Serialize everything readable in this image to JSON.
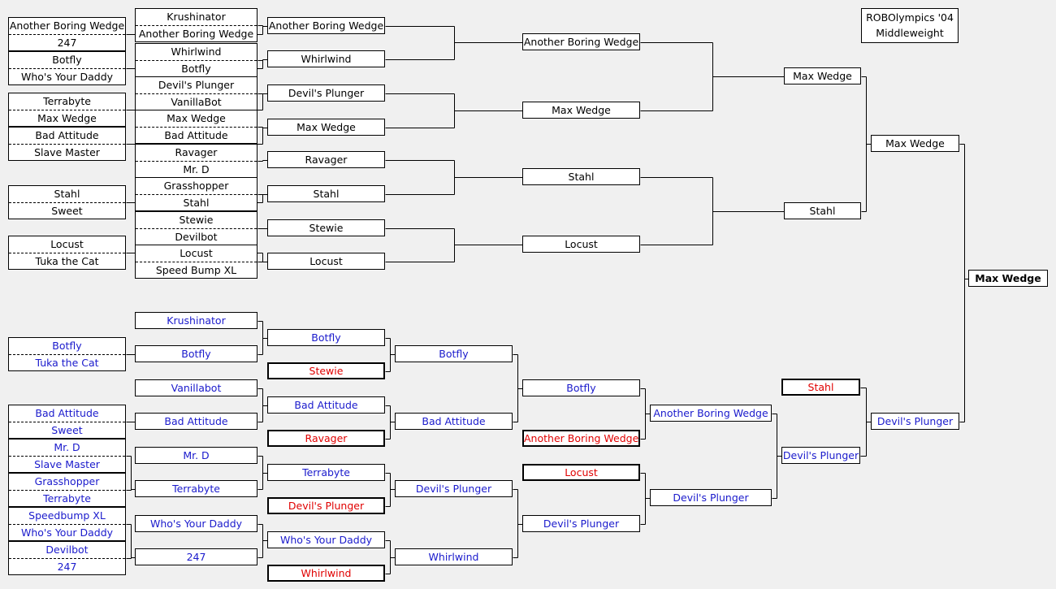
{
  "title": {
    "line1": "ROBOlympics '04",
    "line2": "Middleweight"
  },
  "colors": {
    "winners": "#000000",
    "losers": "#1a1acc",
    "eliminated": "#e00000"
  },
  "boxes": {
    "w1_1": [
      "Another Boring Wedge",
      "247"
    ],
    "w1_2": [
      "Botfly",
      "Who's Your Daddy"
    ],
    "w1_3": [
      "Terrabyte",
      "Max Wedge"
    ],
    "w1_4": [
      "Bad Attitude",
      "Slave Master"
    ],
    "w1_5": [
      "Stahl",
      "Sweet"
    ],
    "w1_6": [
      "Locust",
      "Tuka the Cat"
    ],
    "w2_1": [
      "Krushinator",
      "Another Boring Wedge"
    ],
    "w2_2": [
      "Whirlwind",
      "Botfly"
    ],
    "w2_3": [
      "Devil's Plunger",
      "VanillaBot"
    ],
    "w2_4": [
      "Max Wedge",
      "Bad Attitude"
    ],
    "w2_5": [
      "Ravager",
      "Mr. D"
    ],
    "w2_6": [
      "Grasshopper",
      "Stahl"
    ],
    "w2_7": [
      "Stewie",
      "Devilbot"
    ],
    "w2_8": [
      "Locust",
      "Speed Bump XL"
    ],
    "w3_1": "Another Boring Wedge",
    "w3_2": "Whirlwind",
    "w3_3": "Devil's Plunger",
    "w3_4": "Max Wedge",
    "w3_5": "Ravager",
    "w3_6": "Stahl",
    "w3_7": "Stewie",
    "w3_8": "Locust",
    "w4_1": "Another Boring Wedge",
    "w4_2": "Max Wedge",
    "w4_3": "Stahl",
    "w4_4": "Locust",
    "w5_1": "Max Wedge",
    "w5_2": "Stahl",
    "w6_1": "Max Wedge",
    "final": "Max Wedge",
    "l1_1": [
      "Botfly",
      "Tuka the Cat"
    ],
    "l1_2": [
      "Bad Attitude",
      "Sweet"
    ],
    "l1_3": [
      "Mr. D",
      "Slave Master"
    ],
    "l1_4": [
      "Grasshopper",
      "Terrabyte"
    ],
    "l1_5": [
      "Speedbump XL",
      "Who's Your Daddy"
    ],
    "l1_6": [
      "Devilbot",
      "247"
    ],
    "l2_1": "Krushinator",
    "l2_2": "Botfly",
    "l2_3": "Vanillabot",
    "l2_4": "Bad Attitude",
    "l2_5": "Mr. D",
    "l2_6": "Terrabyte",
    "l2_7": "Who's Your Daddy",
    "l2_8": "247",
    "l3_1": "Botfly",
    "l3_2": "Stewie",
    "l3_3": "Bad Attitude",
    "l3_4": "Ravager",
    "l3_5": "Terrabyte",
    "l3_6": "Devil's Plunger",
    "l3_7": "Who's Your Daddy",
    "l3_8": "Whirlwind",
    "l4_1": "Botfly",
    "l4_2": "Bad Attitude",
    "l4_3": "Devil's Plunger",
    "l4_4": "Whirlwind",
    "l5_1": "Botfly",
    "l5_2": "Another Boring Wedge",
    "l5_3": "Locust",
    "l5_4": "Devil's Plunger",
    "l6_1": "Another Boring Wedge",
    "l6_2": "Devil's Plunger",
    "l7_1": "Stahl",
    "l7_2": "Devil's Plunger",
    "l8_1": "Devil's Plunger"
  }
}
